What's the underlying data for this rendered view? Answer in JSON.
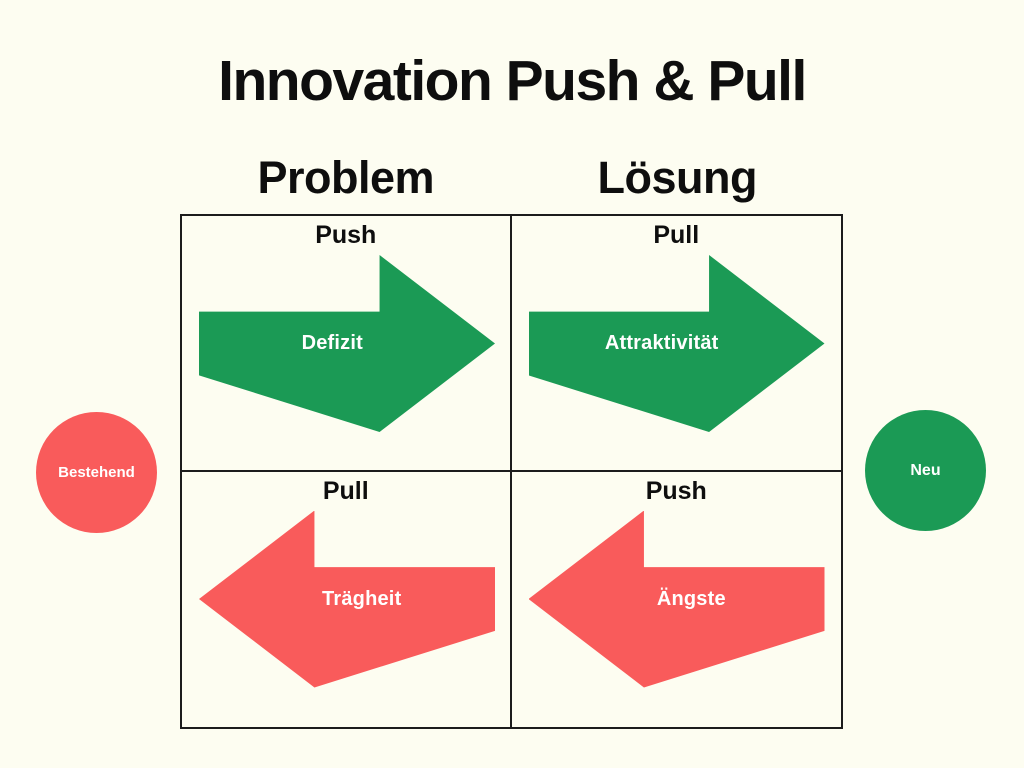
{
  "title": "Innovation Push & Pull",
  "columns": [
    {
      "label": "Problem"
    },
    {
      "label": "Lösung"
    }
  ],
  "quadrants": [
    {
      "type_label": "Push",
      "arrow_label": "Defizit",
      "direction": "right",
      "arrow_color": "#1B9A55"
    },
    {
      "type_label": "Pull",
      "arrow_label": "Attraktivität",
      "direction": "right",
      "arrow_color": "#1B9A55"
    },
    {
      "type_label": "Pull",
      "arrow_label": "Trägheit",
      "direction": "left",
      "arrow_color": "#F95B5B"
    },
    {
      "type_label": "Push",
      "arrow_label": "Ängste",
      "direction": "left",
      "arrow_color": "#F95B5B"
    }
  ],
  "side_badges": {
    "left": {
      "label": "Bestehend",
      "color": "#F95B5B"
    },
    "right": {
      "label": "Neu",
      "color": "#1B9A55"
    }
  },
  "colors": {
    "background": "#FDFDF1",
    "green": "#1B9A55",
    "red": "#F95B5B",
    "border": "#1C1C1C",
    "heading_text": "#0E0E0E",
    "arrow_text": "#FFFFFF"
  }
}
